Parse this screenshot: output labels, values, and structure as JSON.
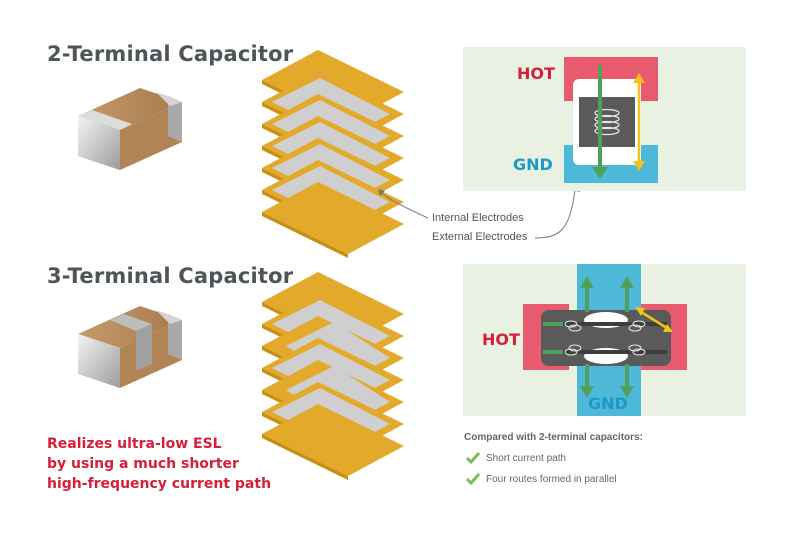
{
  "top": {
    "title": "2-Terminal Capacitor",
    "hot_label": "HOT",
    "gnd_label": "GND",
    "callouts": {
      "internal": "Internal Electrodes",
      "external": "External Electrodes"
    }
  },
  "bottom": {
    "title": "3-Terminal Capacitor",
    "hot_label": "HOT",
    "gnd_label": "GND",
    "highlight_lines": [
      "Realizes ultra-low ESL",
      "by using a much shorter",
      "high-frequency current path"
    ],
    "compare_title": "Compared with 2-terminal capacitors:",
    "bullets": [
      "Short current path",
      "Four routes formed in parallel"
    ]
  },
  "colors": {
    "hot": "#d71f3a",
    "gnd": "#1f99c4",
    "panel_bg": "#e9f1e2",
    "electrode": "#e3a92a",
    "check": "#7dbb5a",
    "arrow_green": "#4fa05a",
    "arrow_yellow": "#f2c31b"
  },
  "icons": [
    "checkmark-icon"
  ]
}
